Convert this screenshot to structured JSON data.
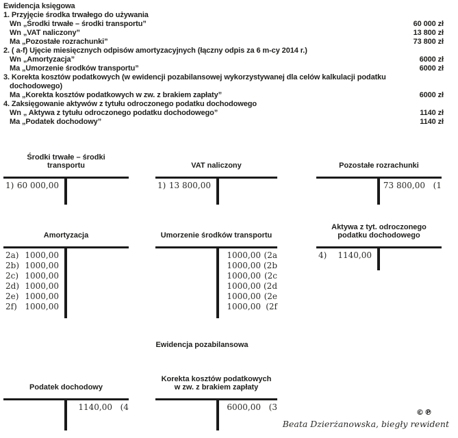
{
  "journal": {
    "title": "Ewidencja księgowa",
    "lines": [
      {
        "text": "1. Przyjęcie środka trwałego do używania",
        "amount": ""
      },
      {
        "text": "Wn „Środki trwałe – środki transportu”",
        "amount": "60 000 zł"
      },
      {
        "text": "Wn „VAT naliczony”",
        "amount": "13 800 zł"
      },
      {
        "text": "Ma „Pozostałe rozrachunki”",
        "amount": "73 800 zł"
      },
      {
        "text": "2. ( a-f) Ujęcie miesięcznych odpisów amortyzacyjnych (łączny odpis za 6 m-cy 2014 r.)",
        "amount": ""
      },
      {
        "text": "Wn „Amortyzacja”",
        "amount": "6000 zł"
      },
      {
        "text": "Ma „Umorzenie środków transportu”",
        "amount": "6000 zł"
      },
      {
        "text": "3. Korekta kosztów podatkowych (w ewidencji pozabilansowej wykorzystywanej dla celów kalkulacji podatku",
        "amount": ""
      },
      {
        "text": "dochodowego)",
        "amount": ""
      },
      {
        "text": "Ma „Korekta kosztów podatkowych w zw. z brakiem zapłaty”",
        "amount": "6000 zł"
      },
      {
        "text": "4. Zaksięgowanie aktywów z tytułu odroczonego podatku dochodowego",
        "amount": ""
      },
      {
        "text": "Wn „ Aktywa z tytułu odroczonego podatku dochodowego”",
        "amount": "1140 zł"
      },
      {
        "text": "Ma „Podatek dochodowy”",
        "amount": "1140 zł"
      }
    ]
  },
  "accounts": {
    "srodki_trwale": {
      "title_line1": "Środki trwałe – środki",
      "title_line2": "transportu",
      "left": [
        {
          "label": "1)",
          "amount": "60 000,00"
        }
      ]
    },
    "vat": {
      "title_line1": "VAT naliczony",
      "left": [
        {
          "label": "1)",
          "amount": "13 800,00"
        }
      ]
    },
    "pozostale": {
      "title_line1": "Pozostałe rozrachunki",
      "right": [
        {
          "amount": "73 800,00",
          "label": "(1"
        }
      ]
    },
    "amortyzacja": {
      "title_line1": "Amortyzacja",
      "left": [
        {
          "label": "2a)",
          "amount": "1000,00"
        },
        {
          "label": "2b)",
          "amount": "1000,00"
        },
        {
          "label": "2c)",
          "amount": "1000,00"
        },
        {
          "label": "2d)",
          "amount": "1000,00"
        },
        {
          "label": "2e)",
          "amount": "1000,00"
        },
        {
          "label": "2f)",
          "amount": "1000,00"
        }
      ]
    },
    "umorzenie": {
      "title_line1": "Umorzenie środków transportu",
      "right": [
        {
          "amount": "1000,00",
          "label": "(2a"
        },
        {
          "amount": "1000,00",
          "label": "(2b"
        },
        {
          "amount": "1000,00",
          "label": "(2c"
        },
        {
          "amount": "1000,00",
          "label": "(2d"
        },
        {
          "amount": "1000,00",
          "label": "(2e"
        },
        {
          "amount": "1000,00",
          "label": "(2f"
        }
      ]
    },
    "aktywa": {
      "title_line1": "Aktywa z tyt. odroczonego",
      "title_line2": "podatku dochodowego",
      "left": [
        {
          "label": "4)",
          "amount": "1140,00"
        }
      ]
    },
    "podatek": {
      "title_line1": "Podatek dochodowy",
      "right": [
        {
          "amount": "1140,00",
          "label": "(4"
        }
      ]
    },
    "korekta": {
      "title_line1": "Korekta kosztów podatkowych",
      "title_line2": "w zw. z brakiem zapłaty",
      "right": [
        {
          "amount": "6000,00",
          "label": "(3"
        }
      ]
    }
  },
  "section_header": {
    "title": "Ewidencja pozabilansowa"
  },
  "footer": {
    "rights_mark": "©℗",
    "author": "Beata Dzierżanowska, biegły rewident"
  },
  "colors": {
    "ink": "#1d1d1b",
    "line": "#1a1a1a"
  }
}
